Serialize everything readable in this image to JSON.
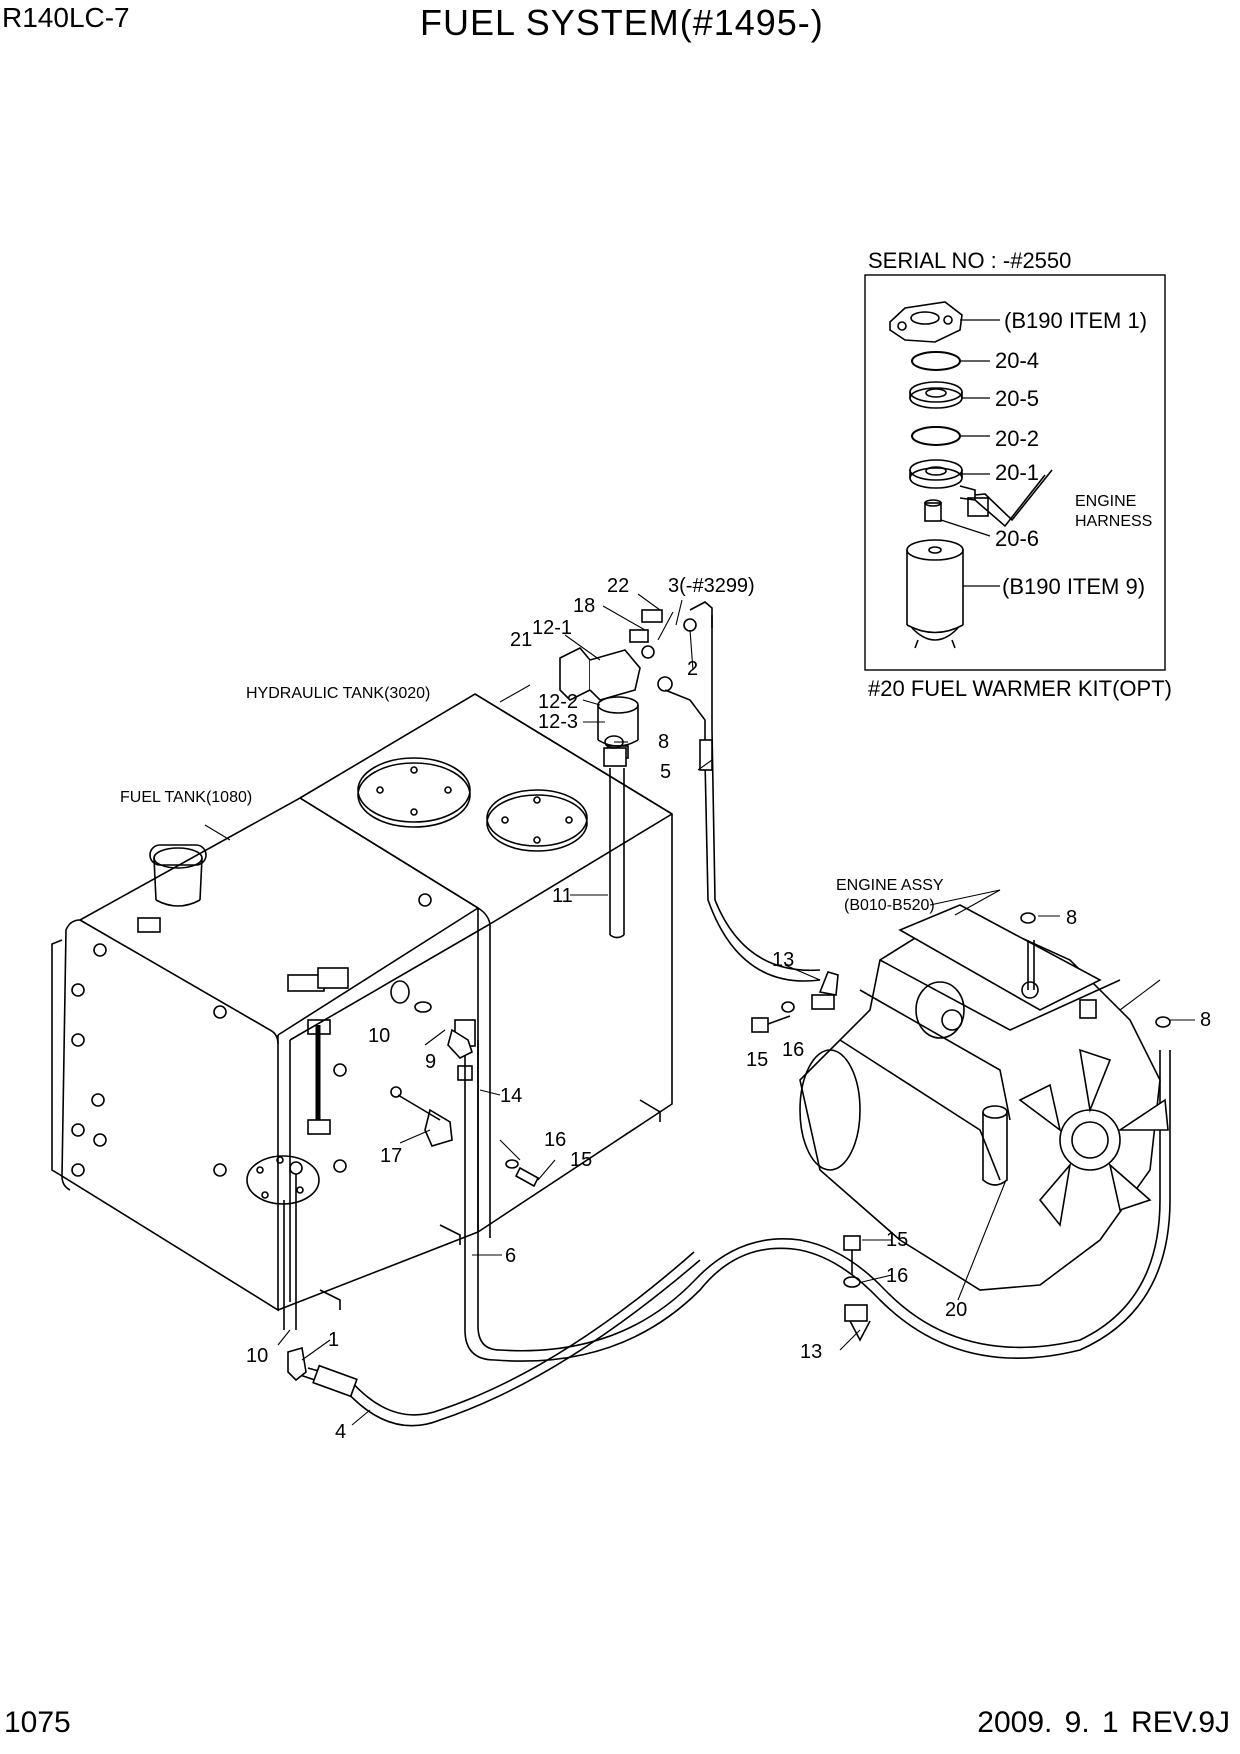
{
  "header": {
    "model": "R140LC-7",
    "title": "FUEL SYSTEM(#1495-)"
  },
  "footer": {
    "page": "1075",
    "revision": "2009. 9. 1  REV.9J"
  },
  "inset": {
    "serial": "SERIAL NO : -#2550",
    "caption": "#20 FUEL WARMER KIT(OPT)",
    "labels": {
      "b190_item1": "(B190 ITEM 1)",
      "p20_4": "20-4",
      "p20_5": "20-5",
      "p20_2": "20-2",
      "p20_1": "20-1",
      "p20_6": "20-6",
      "b190_item9": "(B190 ITEM 9)",
      "engine_harness_1": "ENGINE",
      "engine_harness_2": "HARNESS"
    }
  },
  "captions": {
    "hydraulic_tank": "HYDRAULIC TANK(3020)",
    "fuel_tank": "FUEL TANK(1080)",
    "engine_assy_1": "ENGINE ASSY",
    "engine_assy_2": "(B010-B520)"
  },
  "part_numbers": {
    "p22": "22",
    "p3": "3(-#3299)",
    "p18": "18",
    "p12_1": "12-1",
    "p21": "21",
    "p2": "2",
    "p12_2": "12-2",
    "p12_3": "12-3",
    "p8_a": "8",
    "p5": "5",
    "p11": "11",
    "p8_b": "8",
    "p13_a": "13",
    "p8_c": "8",
    "p15_a": "15",
    "p16_a": "16",
    "p10_a": "10",
    "p9": "9",
    "p14": "14",
    "p16_b": "16",
    "p15_b": "15",
    "p17": "17",
    "p6": "6",
    "p15_c": "15",
    "p16_c": "16",
    "p20": "20",
    "p13_b": "13",
    "p1": "1",
    "p10_b": "10",
    "p4": "4"
  }
}
